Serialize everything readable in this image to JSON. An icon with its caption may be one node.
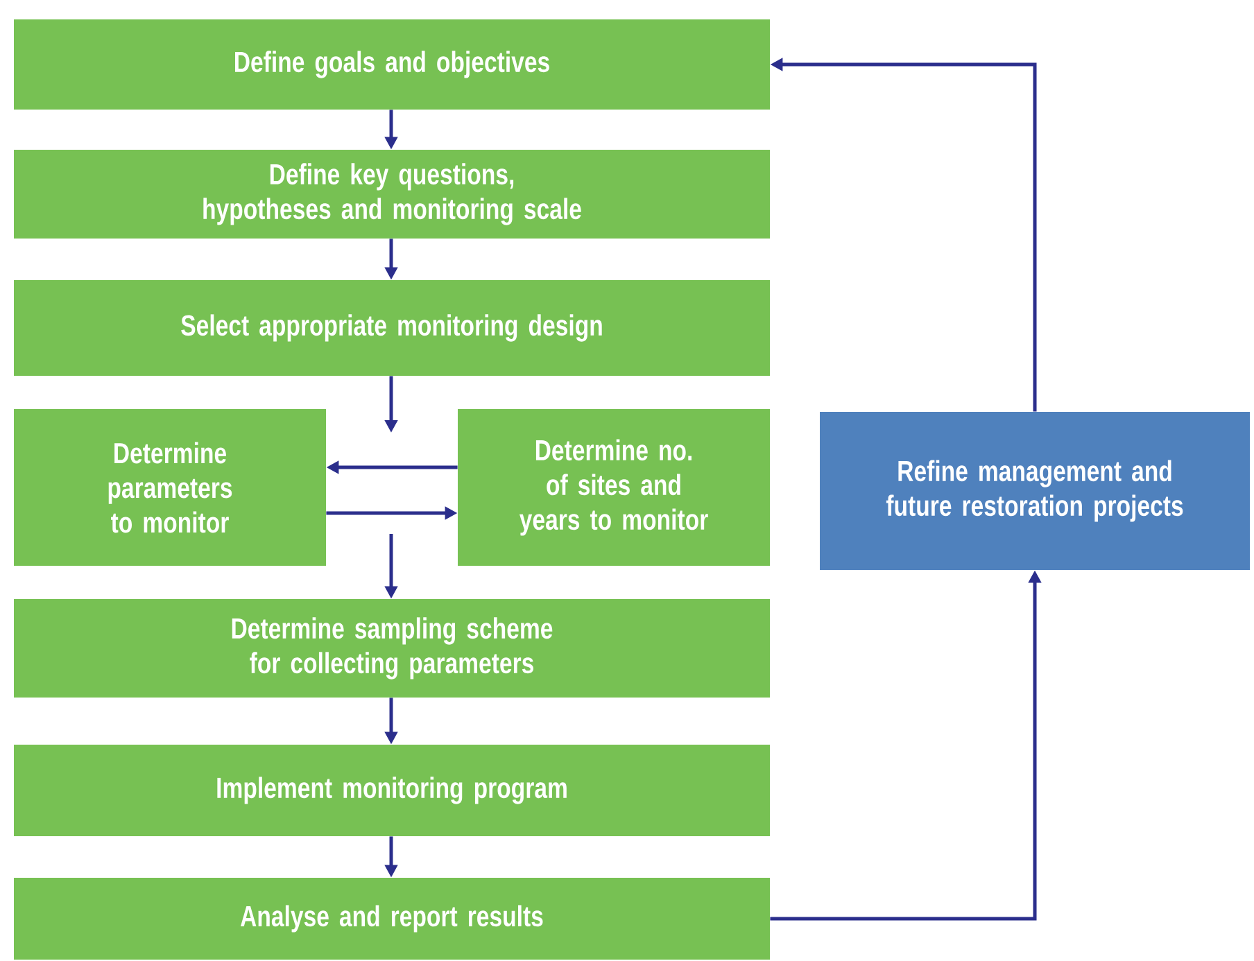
{
  "diagram": {
    "nodes": [
      {
        "text": [
          "Define goals and objectives"
        ]
      },
      {
        "text": [
          "Define key questions, hypotheses and monitoring scale"
        ]
      },
      {
        "text": [
          "Select appropriate monitoring design"
        ]
      },
      {
        "text": [
          "Determine parameters to monitor"
        ]
      },
      {
        "text": [
          "Determine no. of sites and years to monitor"
        ]
      },
      {
        "text": [
          "Determine sampling scheme for collecting parameters"
        ]
      },
      {
        "text": [
          "Implement monitoring program"
        ]
      },
      {
        "text": [
          "Analyse and report results"
        ]
      },
      {
        "text": [
          "Refine management and future restoration projects"
        ]
      }
    ],
    "edges": [
      {
        "from": 0,
        "to": 1,
        "arrow": "to"
      },
      {
        "from": 1,
        "to": 2,
        "arrow": "to"
      },
      {
        "from": 2,
        "to": null,
        "arrow": "to"
      },
      {
        "from": 4,
        "to": 3,
        "arrow": "to"
      },
      {
        "from": 3,
        "to": 4,
        "arrow": "to"
      },
      {
        "from": null,
        "to": 5,
        "arrow": "to"
      },
      {
        "from": 5,
        "to": 6,
        "arrow": "to"
      },
      {
        "from": 6,
        "to": 7,
        "arrow": "to"
      },
      {
        "from": 7,
        "to": 8,
        "arrow": "to"
      },
      {
        "from": 8,
        "to": 0,
        "arrow": "to"
      }
    ]
  }
}
